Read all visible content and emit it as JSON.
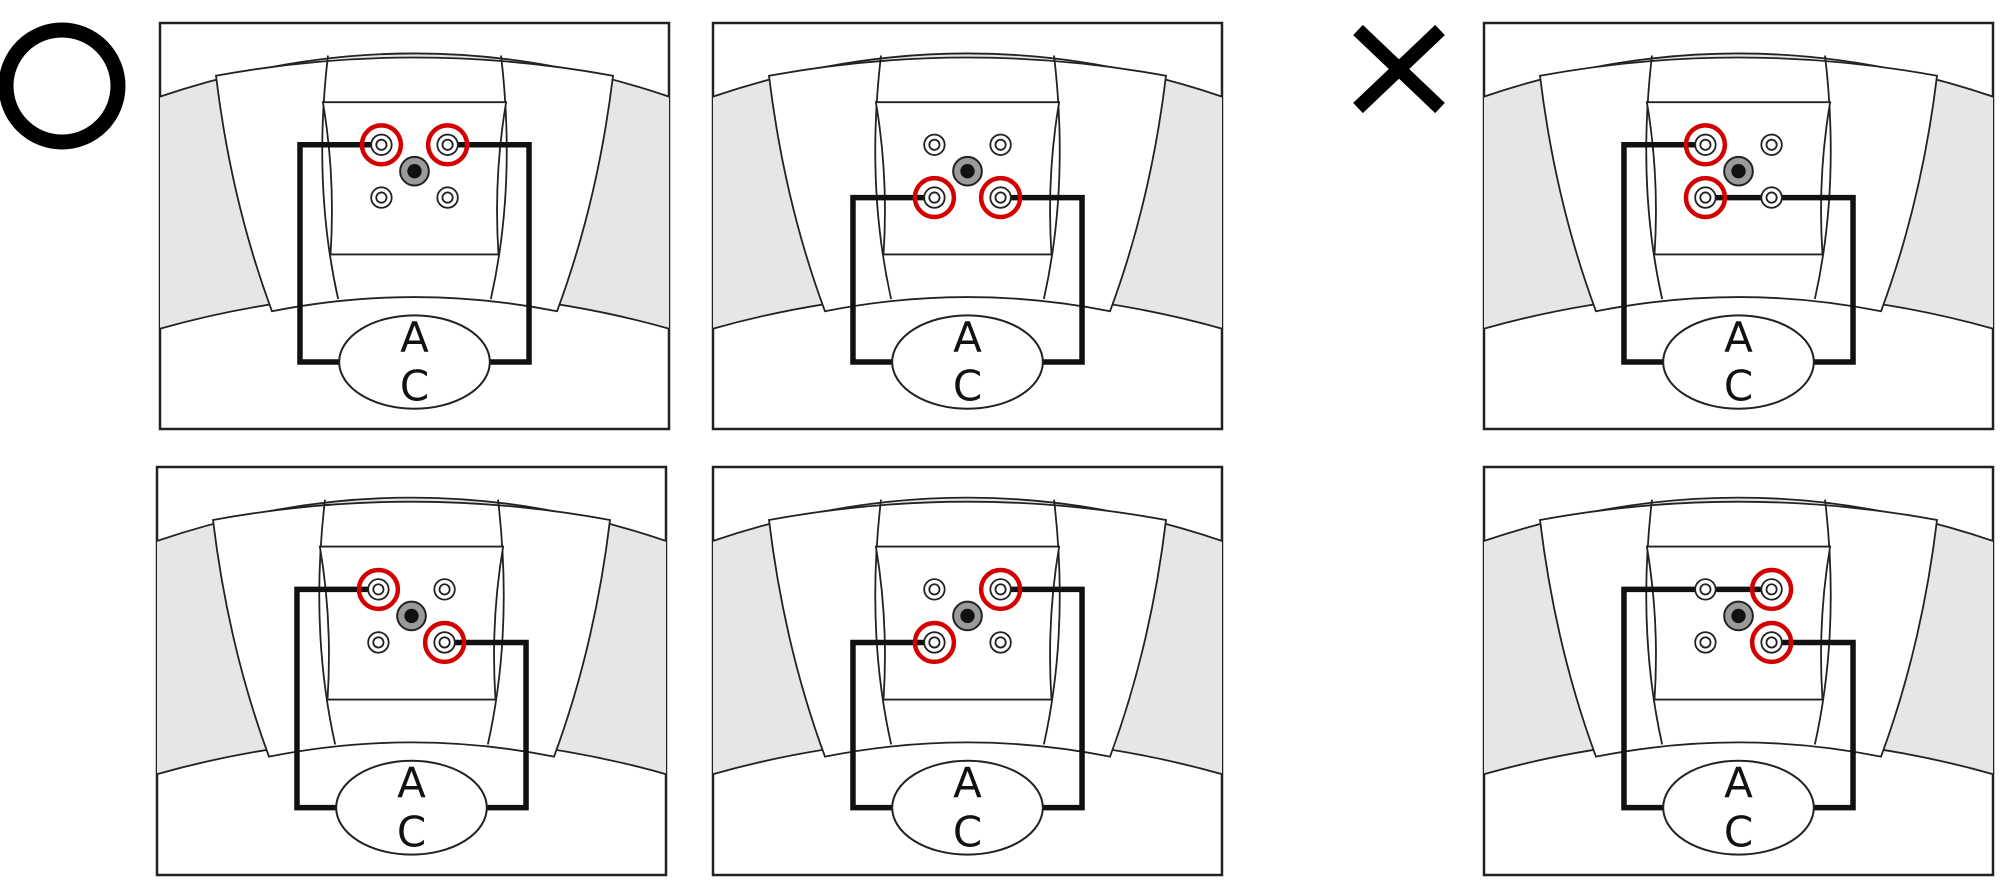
{
  "marks": {
    "correct": {
      "name": "circle-correct-icon",
      "color": "#000000"
    },
    "incorrect": {
      "name": "cross-incorrect-icon",
      "color": "#000000"
    }
  },
  "colors": {
    "selected_ring": "#d40000",
    "band_fill": "#e6e6e6",
    "wire": "#111111"
  },
  "meter": {
    "label_top": "A",
    "label_bottom": "C"
  },
  "panels": [
    {
      "id": "panel-correct-1",
      "group": "correct",
      "probes": [
        0,
        1
      ]
    },
    {
      "id": "panel-correct-2",
      "group": "correct",
      "probes": [
        2,
        3
      ]
    },
    {
      "id": "panel-correct-3",
      "group": "correct",
      "probes": [
        0,
        3
      ]
    },
    {
      "id": "panel-correct-4",
      "group": "correct",
      "probes": [
        1,
        2
      ]
    },
    {
      "id": "panel-incorrect-1",
      "group": "incorrect",
      "probes": [
        0,
        2
      ]
    },
    {
      "id": "panel-incorrect-2",
      "group": "incorrect",
      "probes": [
        1,
        3
      ]
    }
  ]
}
